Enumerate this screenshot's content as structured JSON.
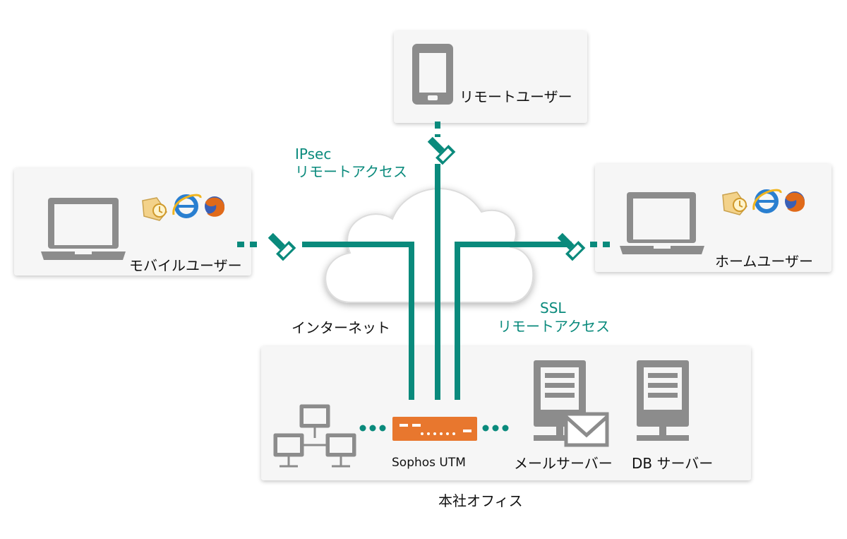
{
  "colors": {
    "accent": "#0a8a7c",
    "utm_orange": "#e8772e",
    "device_gray": "#8c8c8c",
    "panel_bg": "#f6f6f6"
  },
  "nodes": {
    "remote_user": "リモートユーザー",
    "mobile_user": "モバイルユーザー",
    "home_user": "ホームユーザー",
    "internet": "インターネット",
    "utm": "Sophos UTM",
    "mail_server": "メールサーバー",
    "db_server": "DB サーバー",
    "head_office": "本社オフィス"
  },
  "connections": {
    "ipsec_line1": "IPsec",
    "ipsec_line2": "リモートアクセス",
    "ssl_line1": "SSL",
    "ssl_line2": "リモートアクセス"
  },
  "icons": [
    "smartphone-icon",
    "laptop-icon",
    "outlook-icon",
    "ie-icon",
    "firefox-icon",
    "cloud-icon",
    "firewall-icon",
    "network-pcs-icon",
    "server-icon",
    "mail-envelope-icon",
    "vpn-plug-icon"
  ]
}
